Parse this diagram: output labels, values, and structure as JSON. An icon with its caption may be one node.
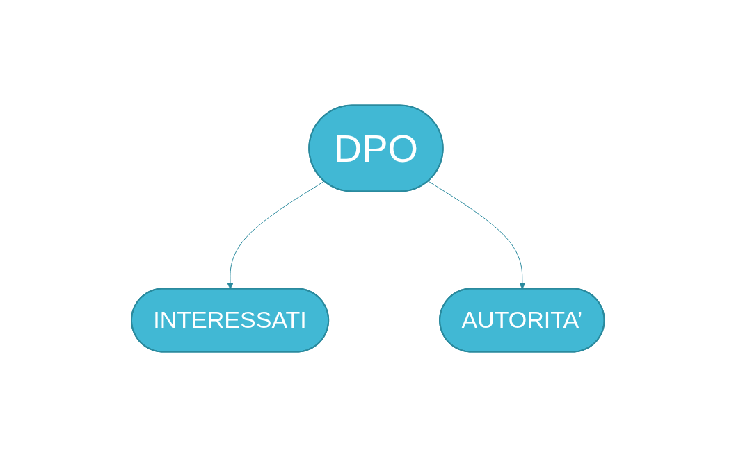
{
  "diagram": {
    "nodes": [
      {
        "text": [
          "DPO"
        ]
      },
      {
        "text": [
          "INTERESSATI"
        ]
      },
      {
        "text": [
          "AUTORITA’"
        ]
      }
    ],
    "edges": [
      {
        "from": 0,
        "to": 1,
        "arrow": "to"
      },
      {
        "from": 0,
        "to": 2,
        "arrow": "to"
      }
    ]
  }
}
